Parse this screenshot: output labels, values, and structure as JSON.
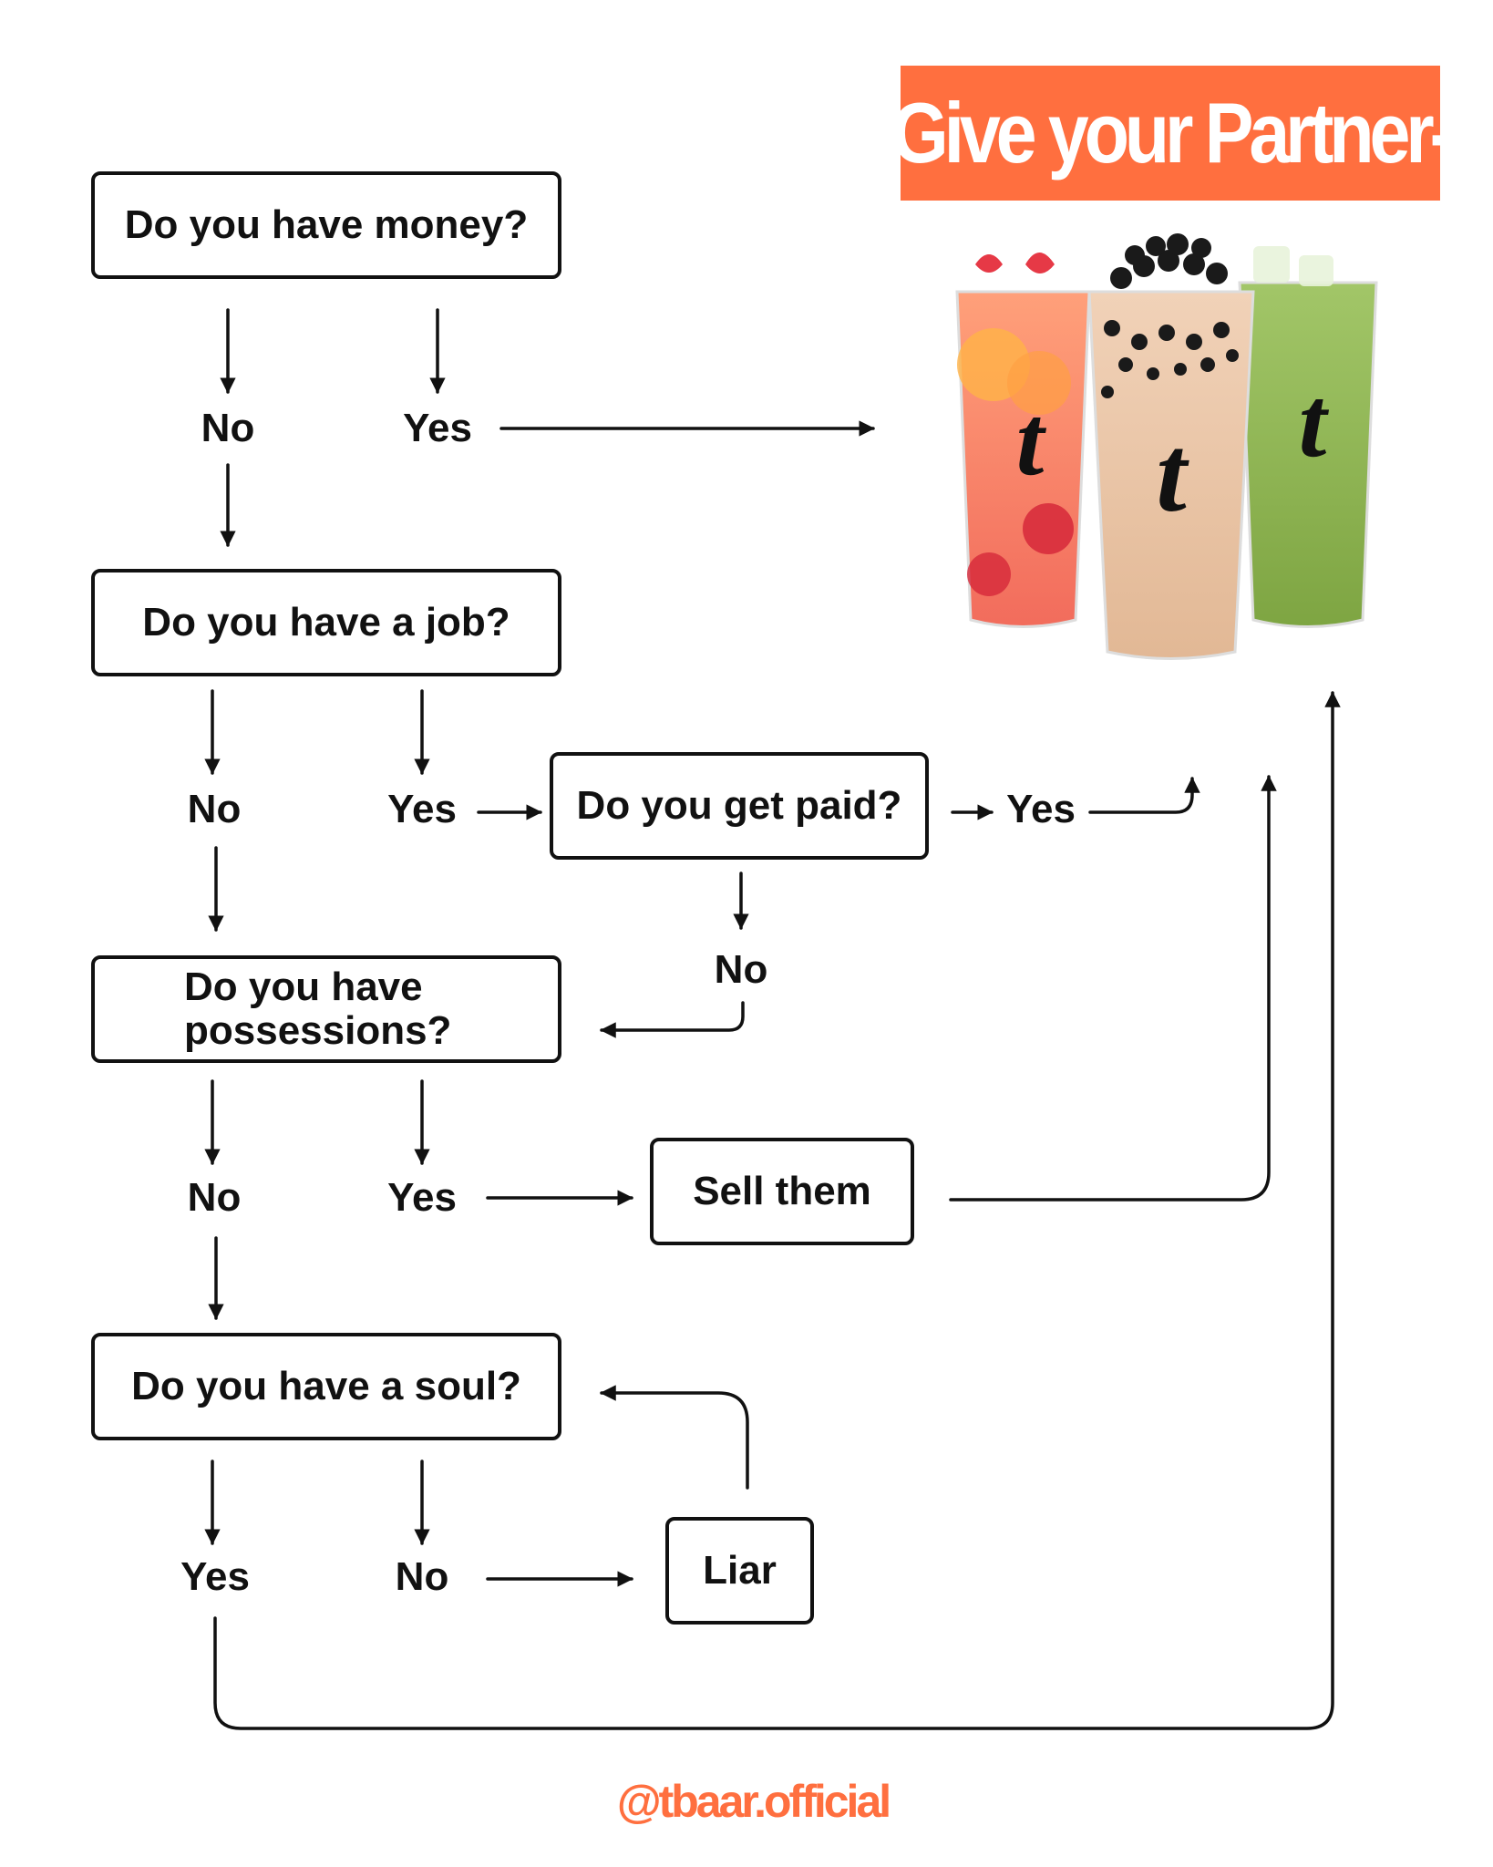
{
  "banner": {
    "text": "Give your Partner-"
  },
  "nodes": {
    "money": "Do you have money?",
    "job": "Do you have a job?",
    "paid": "Do you get paid?",
    "possessions_line1": "Do you have",
    "possessions_line2": "possessions?",
    "sell": "Sell them",
    "soul": "Do you have a soul?",
    "liar": "Liar"
  },
  "labels": {
    "money_no": "No",
    "money_yes": "Yes",
    "job_no": "No",
    "job_yes": "Yes",
    "paid_yes": "Yes",
    "paid_no": "No",
    "poss_no": "No",
    "poss_yes": "Yes",
    "soul_yes": "Yes",
    "soul_no": "No"
  },
  "product_image": {
    "description_icon": "bubble-tea-cups-icon",
    "cups": [
      {
        "flavor": "fruit-tea",
        "color": "#f7876a",
        "logo": "t"
      },
      {
        "flavor": "milk-tea-boba",
        "color": "#e9c4a6",
        "logo": "t"
      },
      {
        "flavor": "matcha",
        "color": "#8db34e",
        "logo": "t"
      }
    ]
  },
  "footer": {
    "handle": "@tbaar.official"
  },
  "colors": {
    "accent": "#ff6f3f",
    "ink": "#111111",
    "background": "#ffffff"
  }
}
